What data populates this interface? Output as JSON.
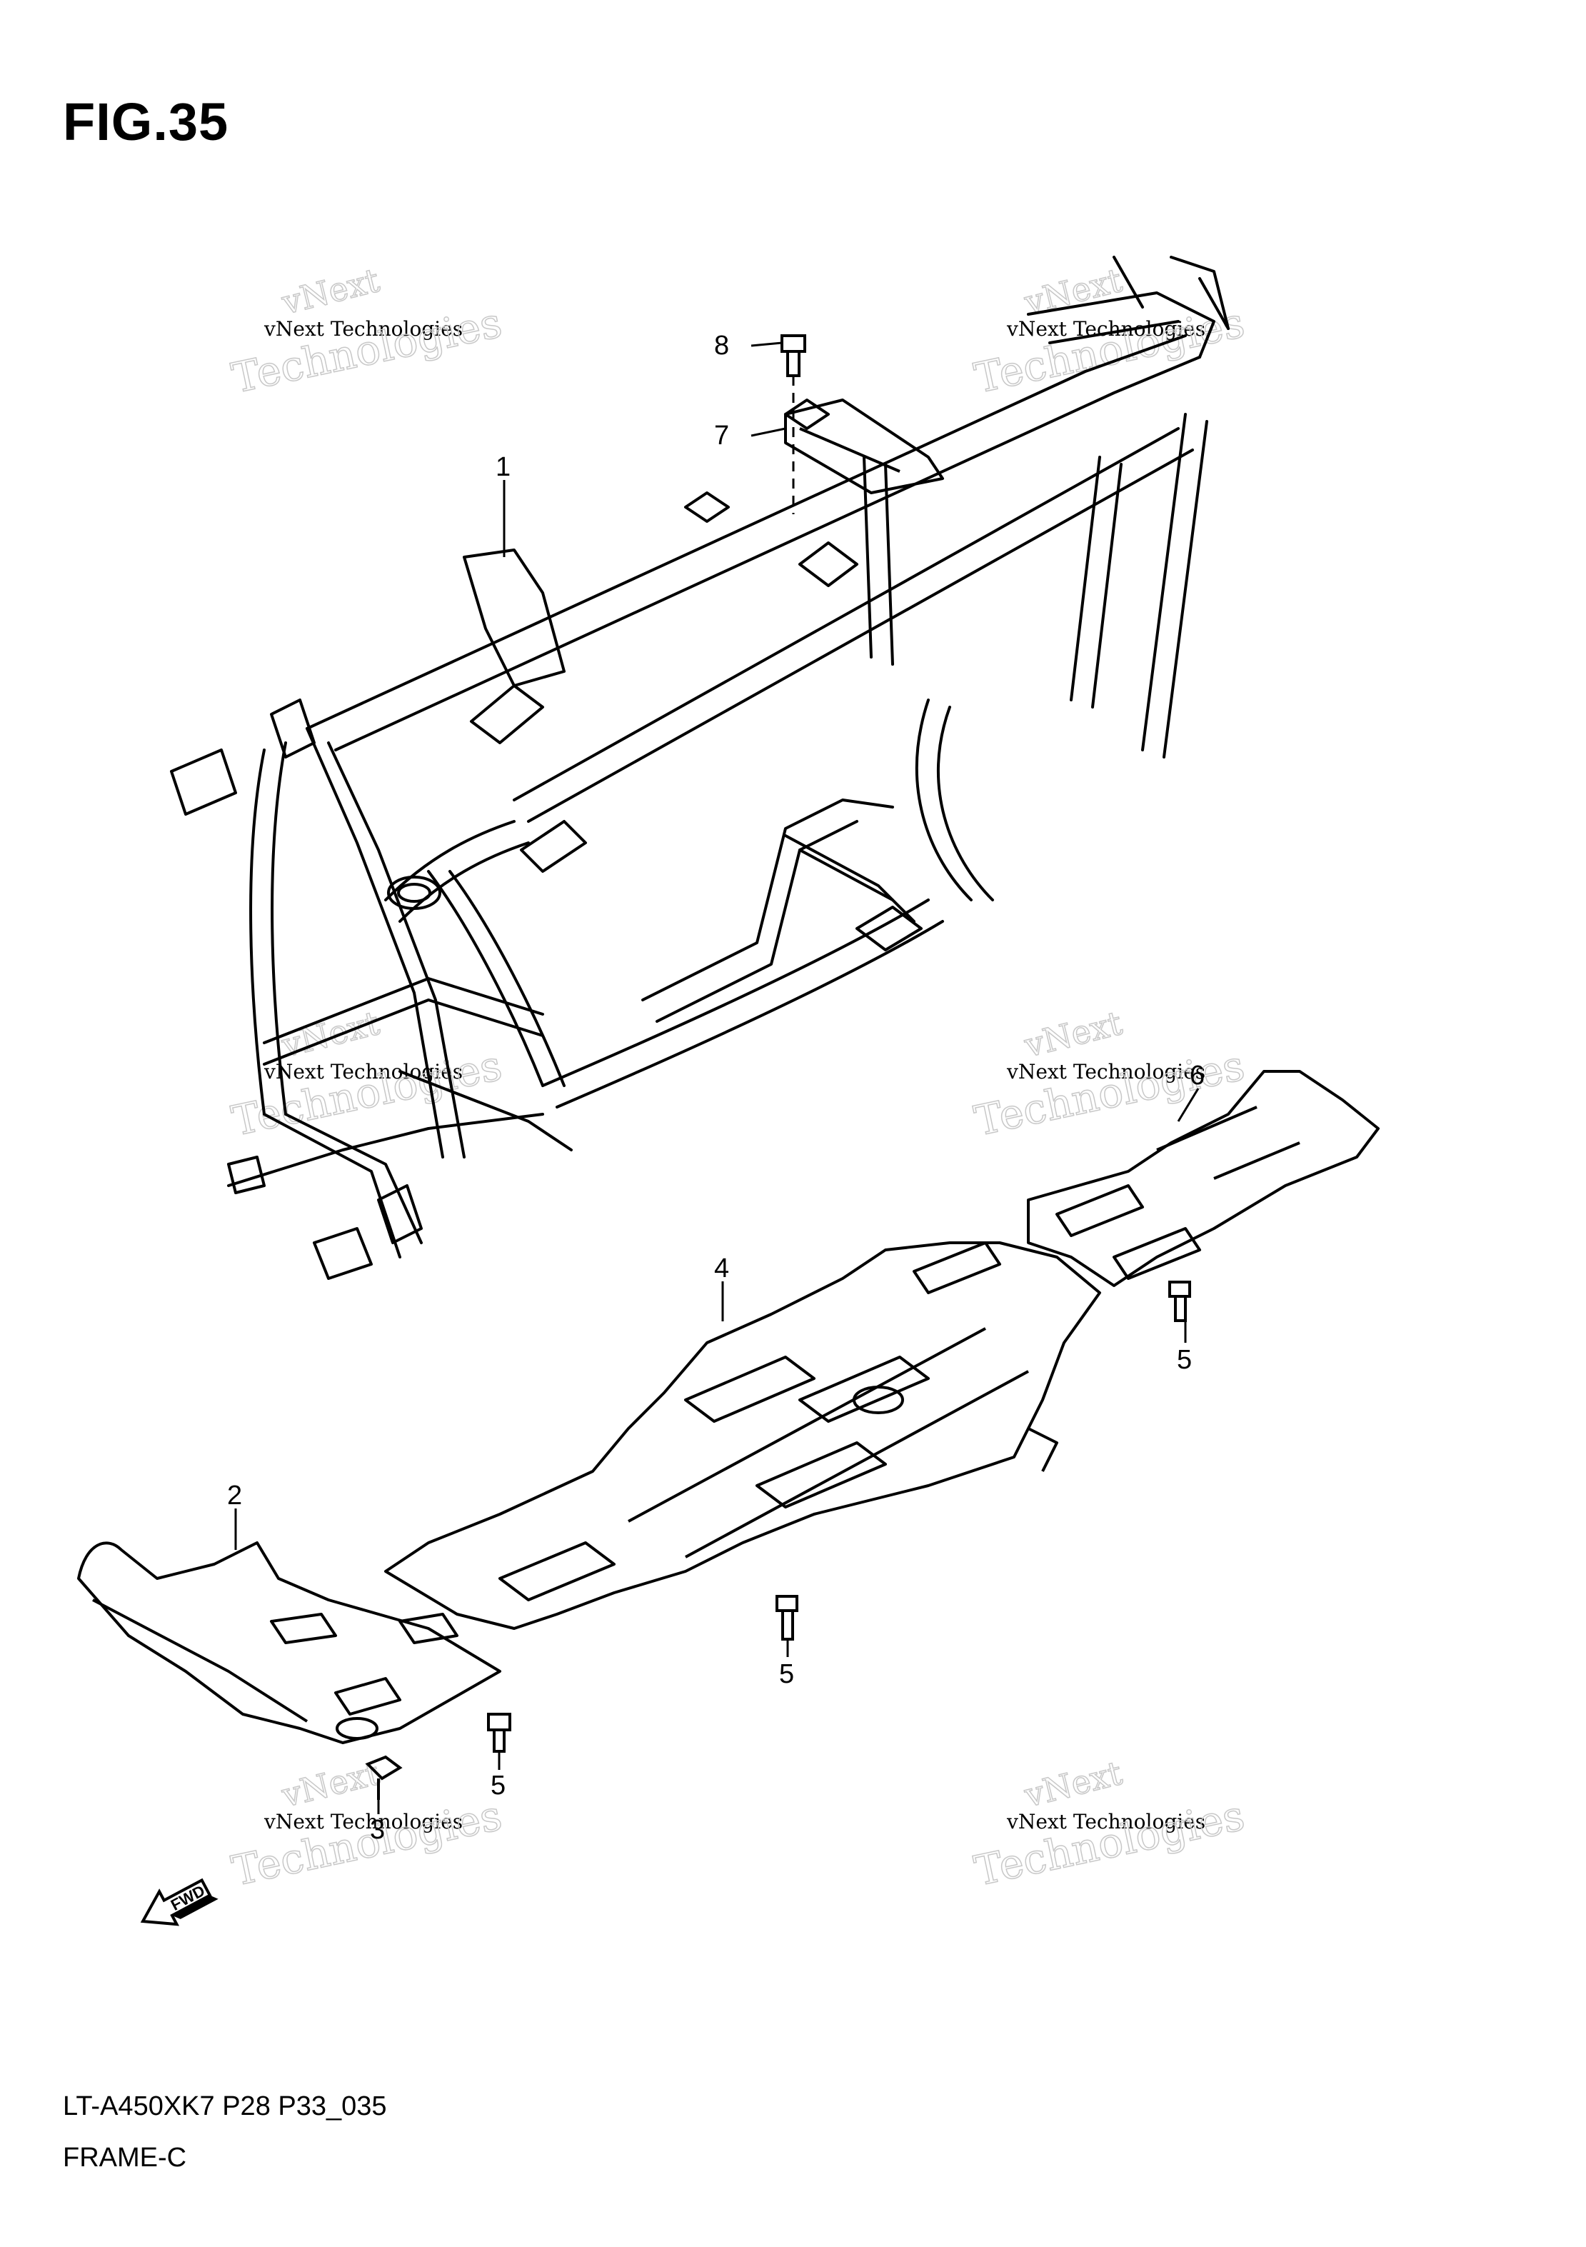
{
  "title": "FIG.35",
  "footer": {
    "model_code": "LT-A450XK7 P28 P33_035",
    "section_name": "FRAME-C"
  },
  "callouts": {
    "c1": "1",
    "c2": "2",
    "c3": "3",
    "c4": "4",
    "c5a": "5",
    "c5b": "5",
    "c5c": "5",
    "c6": "6",
    "c7": "7",
    "c8": "8"
  },
  "fwd_arrow": {
    "label": "FWD"
  },
  "watermarks": [
    {
      "line1": "vNext",
      "line2": "vNext Technologies",
      "line3": "Technologies"
    },
    {
      "line1": "vNext",
      "line2": "vNext Technologies",
      "line3": "Technologies"
    },
    {
      "line1": "vNext",
      "line2": "vNext Technologies",
      "line3": "Technologies"
    },
    {
      "line1": "vNext",
      "line2": "vNext Technologies",
      "line3": "Technologies"
    },
    {
      "line1": "vNext",
      "line2": "vNext Technologies",
      "line3": "Technologies"
    },
    {
      "line1": "vNext",
      "line2": "vNext Technologies",
      "line3": "Technologies"
    }
  ],
  "colors": {
    "line": "#000000",
    "watermark": "#c8c8c8",
    "background": "#ffffff"
  }
}
